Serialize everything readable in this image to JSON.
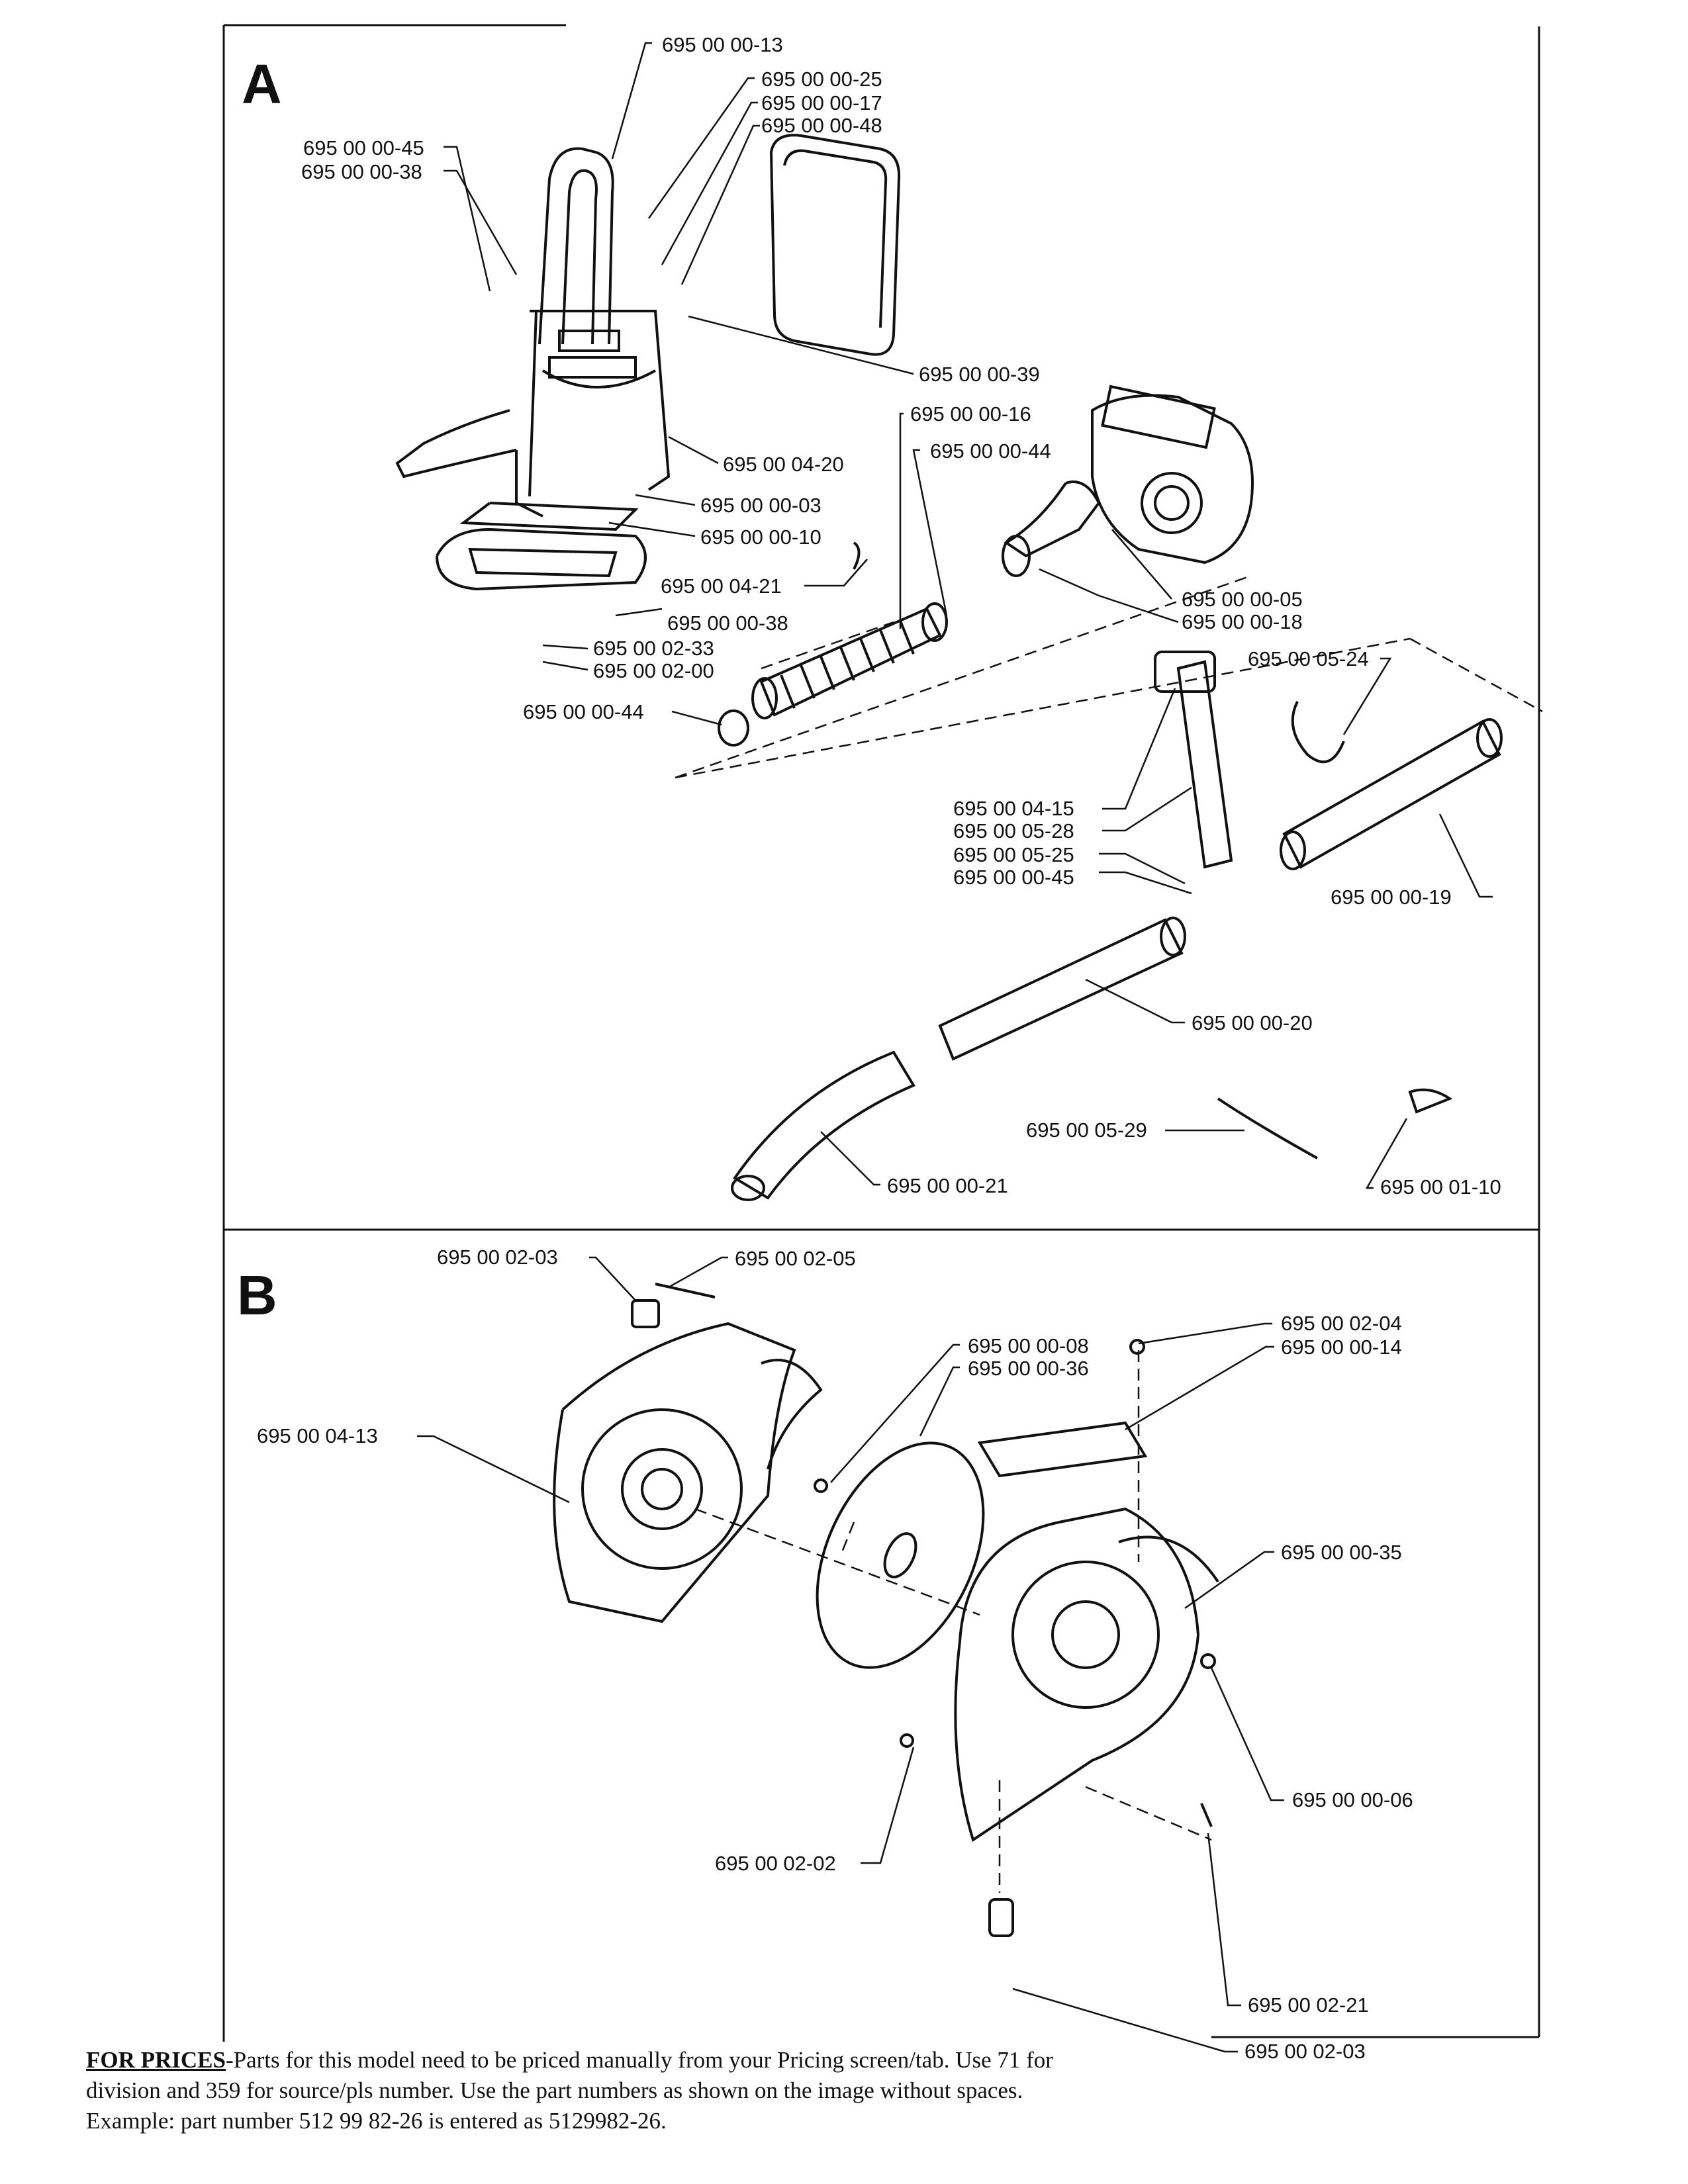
{
  "sections": {
    "a": {
      "label": "A"
    },
    "b": {
      "label": "B"
    }
  },
  "labels_a": [
    "695 00 00-13",
    "695 00 00-25",
    "695 00 00-17",
    "695 00 00-48",
    "695 00 00-45",
    "695 00 00-38",
    "695 00 00-39",
    "695 00 00-16",
    "695 00 04-20",
    "695 00 00-44",
    "695 00 00-03",
    "695 00 00-10",
    "695 00 04-21",
    "695 00 00-05",
    "695 00 00-18",
    "695 00 00-38",
    "695 00 02-33",
    "695 00 02-00",
    "695 00 05-24",
    "695 00 00-44",
    "695 00 04-15",
    "695 00 05-28",
    "695 00 05-25",
    "695 00 00-45",
    "695 00 00-19",
    "695 00 00-20",
    "695 00 05-29",
    "695 00 00-21",
    "695 00 01-10"
  ],
  "labels_b": [
    "695 00 02-03",
    "695 00 02-05",
    "695 00 02-04",
    "695 00 00-14",
    "695 00 00-08",
    "695 00 00-36",
    "695 00 04-13",
    "695 00 00-35",
    "695 00 00-06",
    "695 00 02-02",
    "695 00 02-21",
    "695 00 02-03"
  ],
  "footer": {
    "prices_label": "FOR PRICES",
    "line1_rest": "-Parts for this model need to be priced manually from your Pricing screen/tab. Use 71 for",
    "line2": "division and 359 for source/pls number. Use the part numbers as shown on the image without spaces.",
    "line3": "Example: part number 512 99 82-26 is entered as 5129982-26."
  }
}
